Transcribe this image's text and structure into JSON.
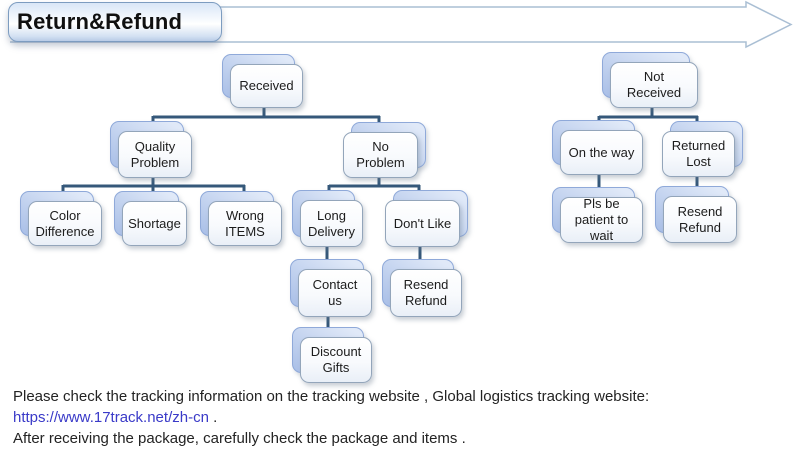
{
  "banner": {
    "title": "Return&Refund"
  },
  "flowchart": {
    "nodes": [
      {
        "id": "received",
        "label": "Received"
      },
      {
        "id": "quality-problem",
        "label": "Quality Problem"
      },
      {
        "id": "no-problem",
        "label": "No Problem"
      },
      {
        "id": "color-difference",
        "label": "Color Difference"
      },
      {
        "id": "shortage",
        "label": "Shortage"
      },
      {
        "id": "wrong-items",
        "label": "Wrong ITEMS"
      },
      {
        "id": "long-delivery",
        "label": "Long Delivery"
      },
      {
        "id": "dont-like",
        "label": "Don't Like"
      },
      {
        "id": "contact-us",
        "label": "Contact us"
      },
      {
        "id": "resend-refund-1",
        "label": "Resend Refund"
      },
      {
        "id": "discount-gifts",
        "label": "Discount Gifts"
      },
      {
        "id": "not-received",
        "label": "Not Received"
      },
      {
        "id": "on-the-way",
        "label": "On the way"
      },
      {
        "id": "returned-lost",
        "label": "Returned Lost"
      },
      {
        "id": "pls-be-patient",
        "label": "Pls be patient to wait"
      },
      {
        "id": "resend-refund-2",
        "label": "Resend Refund"
      }
    ]
  },
  "footer": {
    "line1": "Please check the tracking information on the tracking website , Global logistics tracking website:",
    "link": "https://www.17track.net/zh-cn",
    "link_suffix": " .",
    "line3": "After receiving the package, carefully check the package and items ."
  },
  "colors": {
    "connector": "#35587a",
    "card_border": "#93a5ba",
    "shadow_card": "#aec3ea",
    "arrow_outline": "#aabfd4",
    "link": "#3a3ac8"
  }
}
